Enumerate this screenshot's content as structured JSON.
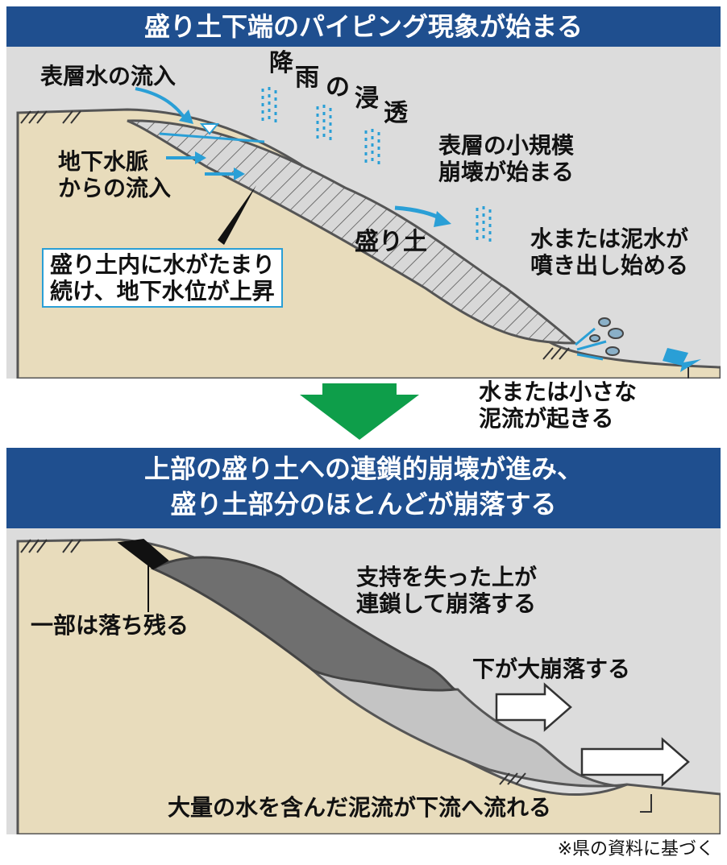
{
  "stage1": {
    "title": "盛り土下端のパイピング現象が始まる",
    "labels": {
      "surface_inflow": "表層水の流入",
      "rain_1": "降",
      "rain_2": "雨",
      "rain_3": "の",
      "rain_4": "浸",
      "rain_5": "透",
      "groundwater_line1": "地下水脈",
      "groundwater_line2": "からの流入",
      "small_collapse_line1": "表層の小規模",
      "small_collapse_line2": "崩壊が始まる",
      "fill": "盛り土",
      "accum_line1": "盛り土内に水がたまり",
      "accum_line2": "続け、地下水位が上昇",
      "spout_line1": "水または泥水が",
      "spout_line2": "噴き出し始める",
      "flow_line1": "水または小さな",
      "flow_line2": "泥流が起きる"
    }
  },
  "stage2": {
    "title_line1": "上部の盛り土への連鎖的崩壊が進み、",
    "title_line2": "盛り土部分のほとんどが崩落する",
    "labels": {
      "remain": "一部は落ち残る",
      "chain_line1": "支持を失った上が",
      "chain_line2": "連鎖して崩落する",
      "lower_collapse": "下が大崩落する",
      "mudflow": "大量の水を含んだ泥流が下流へ流れる"
    }
  },
  "source_note": "※県の資料に基づく",
  "colors": {
    "banner": "#1f4f8f",
    "soil": "#e8dcbc",
    "water": "#2a9fd6",
    "arrow_green": "#0e9e4a",
    "fill_grey": "#c9c9c9",
    "collapse_dark": "#6f6f6f",
    "collapse_light": "#c4c4c4"
  }
}
